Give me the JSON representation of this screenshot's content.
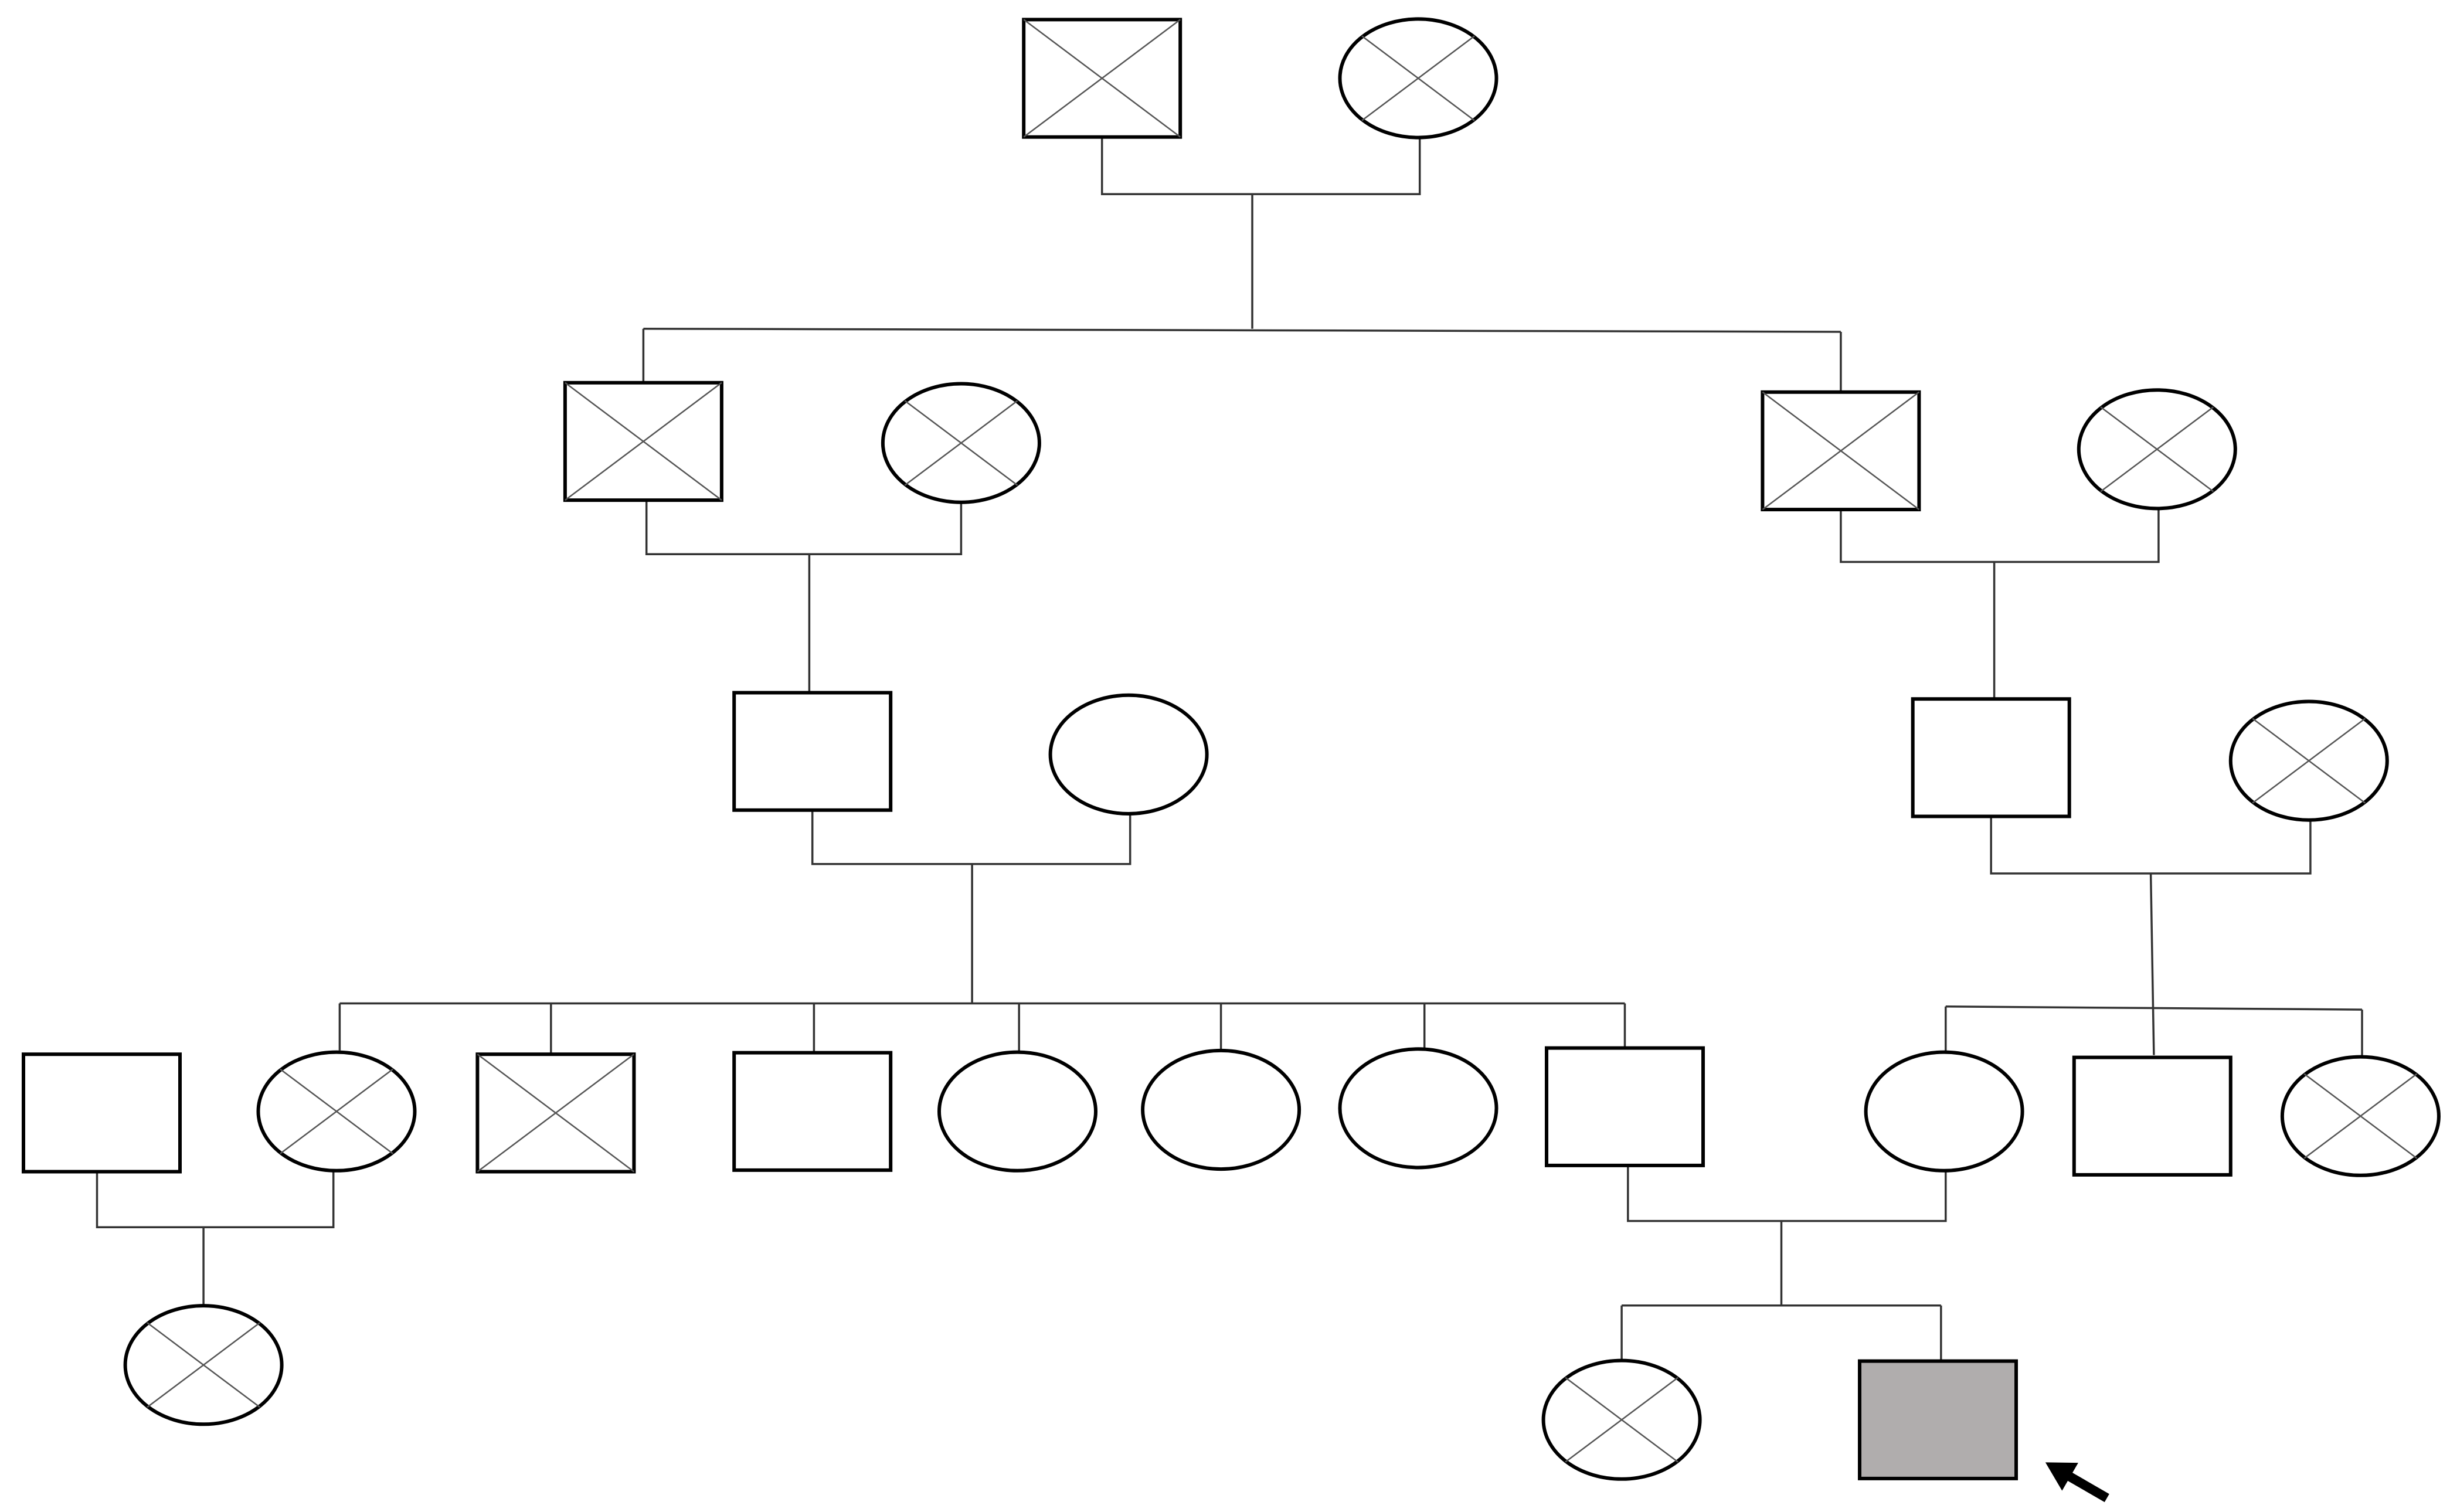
{
  "colors": {
    "outline": "#000000",
    "connector": "#333333",
    "cross": "#555555",
    "affected_fill": "#b0adad",
    "background": "#ffffff"
  },
  "individuals": [
    {
      "id": "g1-m1",
      "sex": "male",
      "status": "crossed"
    },
    {
      "id": "g1-f1",
      "sex": "female",
      "status": "crossed"
    },
    {
      "id": "g2-m1",
      "sex": "male",
      "status": "crossed"
    },
    {
      "id": "g2-f1",
      "sex": "female",
      "status": "crossed"
    },
    {
      "id": "g2-m2",
      "sex": "male",
      "status": "crossed"
    },
    {
      "id": "g2-f2",
      "sex": "female",
      "status": "crossed"
    },
    {
      "id": "g3-m1",
      "sex": "male",
      "status": "unaffected"
    },
    {
      "id": "g3-f1",
      "sex": "female",
      "status": "unaffected"
    },
    {
      "id": "g3-m2",
      "sex": "male",
      "status": "unaffected"
    },
    {
      "id": "g3-f2",
      "sex": "female",
      "status": "crossed"
    },
    {
      "id": "g4-m0",
      "sex": "male",
      "status": "unaffected"
    },
    {
      "id": "g4-f1",
      "sex": "female",
      "status": "crossed"
    },
    {
      "id": "g4-m2",
      "sex": "male",
      "status": "crossed"
    },
    {
      "id": "g4-m3",
      "sex": "male",
      "status": "unaffected"
    },
    {
      "id": "g4-f4",
      "sex": "female",
      "status": "unaffected"
    },
    {
      "id": "g4-f5",
      "sex": "female",
      "status": "unaffected"
    },
    {
      "id": "g4-f6",
      "sex": "female",
      "status": "unaffected"
    },
    {
      "id": "g4-m7",
      "sex": "male",
      "status": "unaffected"
    },
    {
      "id": "g4-f8",
      "sex": "female",
      "status": "unaffected"
    },
    {
      "id": "g4-m9",
      "sex": "male",
      "status": "unaffected"
    },
    {
      "id": "g4-f10",
      "sex": "female",
      "status": "crossed"
    },
    {
      "id": "g5-f1",
      "sex": "female",
      "status": "crossed"
    },
    {
      "id": "g5-f2",
      "sex": "female",
      "status": "crossed"
    },
    {
      "id": "g5-m3",
      "sex": "male",
      "status": "affected",
      "proband": true
    }
  ],
  "matings": [
    {
      "partners": [
        "g1-m1",
        "g1-f1"
      ],
      "children": [
        "g2-m1",
        "g2-m2"
      ]
    },
    {
      "partners": [
        "g2-m1",
        "g2-f1"
      ],
      "children": [
        "g3-m1"
      ]
    },
    {
      "partners": [
        "g2-m2",
        "g2-f2"
      ],
      "children": [
        "g3-m2"
      ]
    },
    {
      "partners": [
        "g3-m1",
        "g3-f1"
      ],
      "children": [
        "g4-f1",
        "g4-m2",
        "g4-m3",
        "g4-f4",
        "g4-f5",
        "g4-f6",
        "g4-m7"
      ]
    },
    {
      "partners": [
        "g3-m2",
        "g3-f2"
      ],
      "children": [
        "g4-f8",
        "g4-m9",
        "g4-f10"
      ]
    },
    {
      "partners": [
        "g4-m0",
        "g4-f1"
      ],
      "children": [
        "g5-f1"
      ]
    },
    {
      "partners": [
        "g4-m7",
        "g4-f8"
      ],
      "children": [
        "g5-f2",
        "g5-m3"
      ]
    }
  ],
  "proband_marker": {
    "target": "g5-m3",
    "icon": "arrow-icon"
  }
}
